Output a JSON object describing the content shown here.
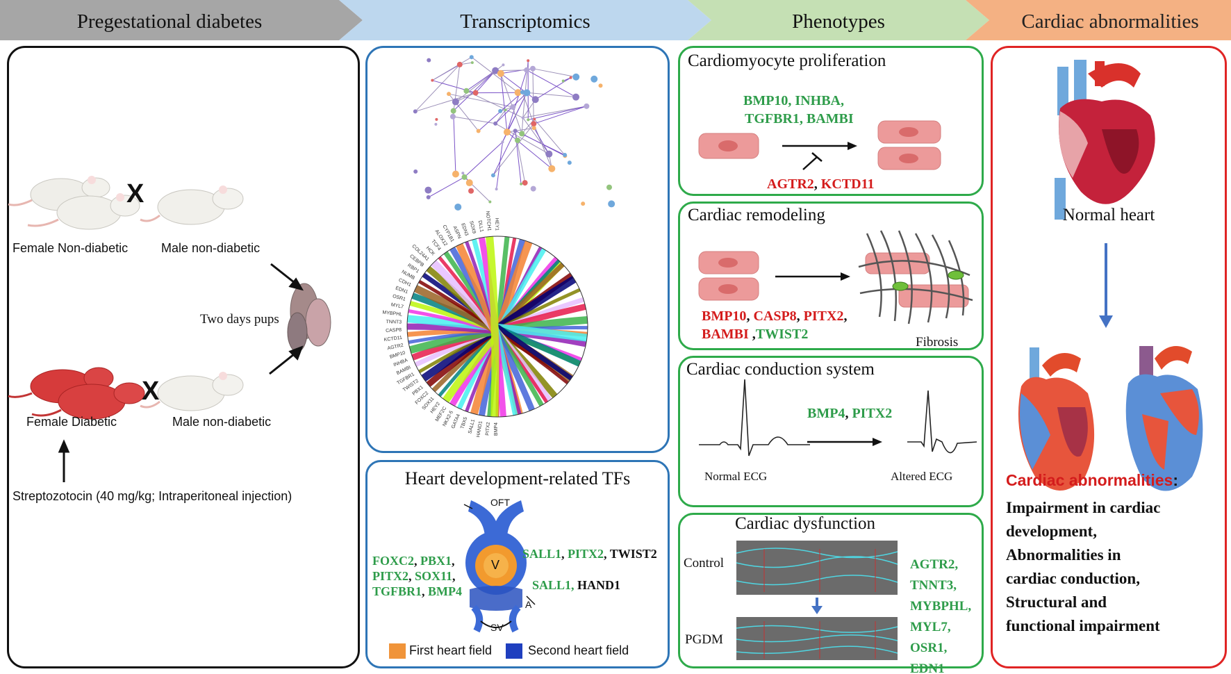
{
  "header": {
    "steps": [
      "Pregestational diabetes",
      "Transcriptomics",
      "Phenotypes",
      "Cardiac abnormalities"
    ],
    "colors": [
      "#a6a6a6",
      "#bdd7ee",
      "#c5e0b4",
      "#f4b183"
    ]
  },
  "panel1": {
    "female_nondiabetic": "Female Non-diabetic",
    "male_nondiabetic_1": "Male non-diabetic",
    "cross_1": "X",
    "pups": "Two days pups",
    "female_diabetic": "Female Diabetic",
    "cross_2": "X",
    "male_nondiabetic_2": "Male non-diabetic",
    "stz": "Streptozotocin (40 mg/kg; Intraperitoneal injection)"
  },
  "panel2": {
    "tf_title": "Heart development-related TFs",
    "oft": "OFT",
    "v": "V",
    "a": "A",
    "sv": "SV",
    "left_genes": [
      [
        {
          "t": "FOXC2",
          "c": "green"
        },
        {
          "t": ", ",
          "c": "blk"
        },
        {
          "t": "PBX1",
          "c": "green"
        },
        {
          "t": ",",
          "c": "blk"
        }
      ],
      [
        {
          "t": "PITX2",
          "c": "green"
        },
        {
          "t": ", ",
          "c": "blk"
        },
        {
          "t": "SOX11",
          "c": "green"
        },
        {
          "t": ",",
          "c": "blk"
        }
      ],
      [
        {
          "t": "TGFBR1",
          "c": "green"
        },
        {
          "t": ", ",
          "c": "blk"
        },
        {
          "t": "BMP4",
          "c": "green"
        }
      ]
    ],
    "right_genes_1": [
      {
        "t": "SALL1",
        "c": "green"
      },
      {
        "t": ", ",
        "c": "blk"
      },
      {
        "t": "PITX2",
        "c": "green"
      },
      {
        "t": ", TWIST2",
        "c": "blk"
      }
    ],
    "right_genes_2": [
      {
        "t": "SALL1, ",
        "c": "green"
      },
      {
        "t": "HAND1",
        "c": "blk"
      }
    ],
    "legend_first": "First heart field",
    "legend_second": "Second heart field",
    "legend_first_color": "#f0943a",
    "legend_second_color": "#1f3fbf",
    "chord_labels": [
      "BMP4",
      "PITX2",
      "HAND1",
      "SALL1",
      "TBX5",
      "GATA4",
      "NKX2-5",
      "MEF2C",
      "HEY2",
      "SOX11",
      "FOXC2",
      "PBX1",
      "TWIST2",
      "TGFBR1",
      "BAMBI",
      "INHBA",
      "BMP10",
      "AGTR2",
      "KCTD11",
      "CASP8",
      "TNNT3",
      "MYBPHL",
      "MYL7",
      "OSR1",
      "EDN1",
      "CDH1",
      "NUMB",
      "RBP1",
      "CEBPB",
      "COL24A1",
      "HCK",
      "TCF4",
      "ALOX12",
      "CYP1B1",
      "ASPN",
      "EDN3",
      "SOX9",
      "DLL1",
      "NOTCH1",
      "HEY1"
    ]
  },
  "panel3": {
    "prolif_title": "Cardiomyocyte proliferation",
    "prolif_genes_1": [
      {
        "t": "BMP10, INHBA,",
        "c": "green"
      }
    ],
    "prolif_genes_2": [
      {
        "t": "TGFBR1, BAMBI",
        "c": "green"
      }
    ],
    "prolif_genes_3": [
      {
        "t": "AGTR2",
        "c": "red"
      },
      {
        "t": ", ",
        "c": "blk"
      },
      {
        "t": "KCTD11",
        "c": "red"
      }
    ],
    "remod_title": "Cardiac remodeling",
    "remod_genes_1": [
      {
        "t": "BMP10",
        "c": "red"
      },
      {
        "t": ", ",
        "c": "blk"
      },
      {
        "t": "CASP8",
        "c": "red"
      },
      {
        "t": ", ",
        "c": "blk"
      },
      {
        "t": "PITX2",
        "c": "red"
      },
      {
        "t": ",",
        "c": "blk"
      }
    ],
    "remod_genes_2": [
      {
        "t": "BAMBI",
        "c": "red"
      },
      {
        "t": " ,",
        "c": "blk"
      },
      {
        "t": "TWIST2",
        "c": "green"
      }
    ],
    "fibrosis": "Fibrosis",
    "cond_title": "Cardiac conduction system",
    "cond_genes": [
      {
        "t": "BMP4",
        "c": "green"
      },
      {
        "t": ", ",
        "c": "blk"
      },
      {
        "t": "PITX2",
        "c": "green"
      }
    ],
    "normal_ecg": "Normal ECG",
    "altered_ecg": "Altered ECG",
    "dys_title": "Cardiac dysfunction",
    "control": "Control",
    "pgdm": "PGDM",
    "dys_genes": [
      "AGTR2,",
      "TNNT3,",
      "MYBPHL,",
      "MYL7,",
      "OSR1,",
      "EDN1"
    ]
  },
  "panel4": {
    "normal_heart": "Normal heart",
    "abn_title": "Cardiac abnormalities",
    "abn_colon": ":",
    "abn_lines": [
      "Impairment in cardiac",
      "development,",
      "Abnormalities in",
      "cardiac conduction,",
      "Structural and",
      "functional impairment"
    ]
  }
}
